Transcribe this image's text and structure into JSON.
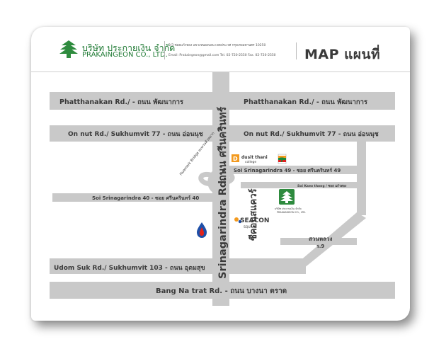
{
  "company": {
    "name_th": "บริษัท ประกายเงิน จำกัด",
    "name_en": "PRAKAINGEON CO., LTD.",
    "address_line": "2/3 ซอยแก้วทอง แขวงหนองบอน เขตประเวศ กรุงเทพมหานคร 10250",
    "contact_line": "Email: Prakaingeon@gmail.com Tel. 02-720-2550 Fax. 02-720-2550"
  },
  "map_title": "MAP แผนที่",
  "roads": {
    "phatthanakan_left": "Phatthanakan Rd./ - ถนน พัฒนาการ",
    "phatthanakan_right": "Phatthanakan Rd./ - ถนน พัฒนาการ",
    "onnut_left": "On nut Rd./ Sukhumvit 77 - ถนน อ่อนนุช",
    "onnut_right": "On nut Rd./ Sukhumvit 77 - ถนน อ่อนนุช",
    "srinagarindra_th": "ถนน ศรีนครินทร์",
    "srinagarindra_en": "Srinagarindra Rd. -",
    "soi49": "Soi Srinagarindra 49 - ซอย ศรีนครินทร์ 49",
    "soi40": "Soi Srinagarindra 40 - ซอย ศรีนครินทร์ 40",
    "soi_kaeothong": "Soi Kaeo thong / ซอย แก้วทอง",
    "udomsuk": "Udom Suk Rd./ Sukhumvit 103 - ถนน อุดมสุข",
    "bangna": "Bang Na trat Rd. - ถนน บางนา ตราด",
    "bridge": "Huamark Bridge สะพานหัวหมาก"
  },
  "landmarks": {
    "dusit_1": "dusit thani",
    "dusit_2": "college",
    "seacon_en": "SEACON",
    "seacon_sub": "SQUARE",
    "seacon_th": "ซีคอนสแควร์",
    "suanluang_1": "สวนหลวง",
    "suanluang_2": "ร.9",
    "office_th": "บริษัท ประกายเงิน จำกัด",
    "office_en": "PRAKAINGEON CO., LTD."
  },
  "colors": {
    "road": "#c9c9c9",
    "road_label": "#3a3a3a",
    "brand_green": "#1f7a34",
    "accent_orange": "#f39a1f",
    "seven_green": "#1a8a3a",
    "seven_red": "#e02020",
    "ptt_blue": "#1e4fa8",
    "ptt_red": "#e2231a"
  },
  "icons": [
    "company-logo-icon",
    "dusit-logo-icon",
    "seven-eleven-icon",
    "ptt-station-icon",
    "seacon-logo-icon",
    "office-marker-icon"
  ]
}
